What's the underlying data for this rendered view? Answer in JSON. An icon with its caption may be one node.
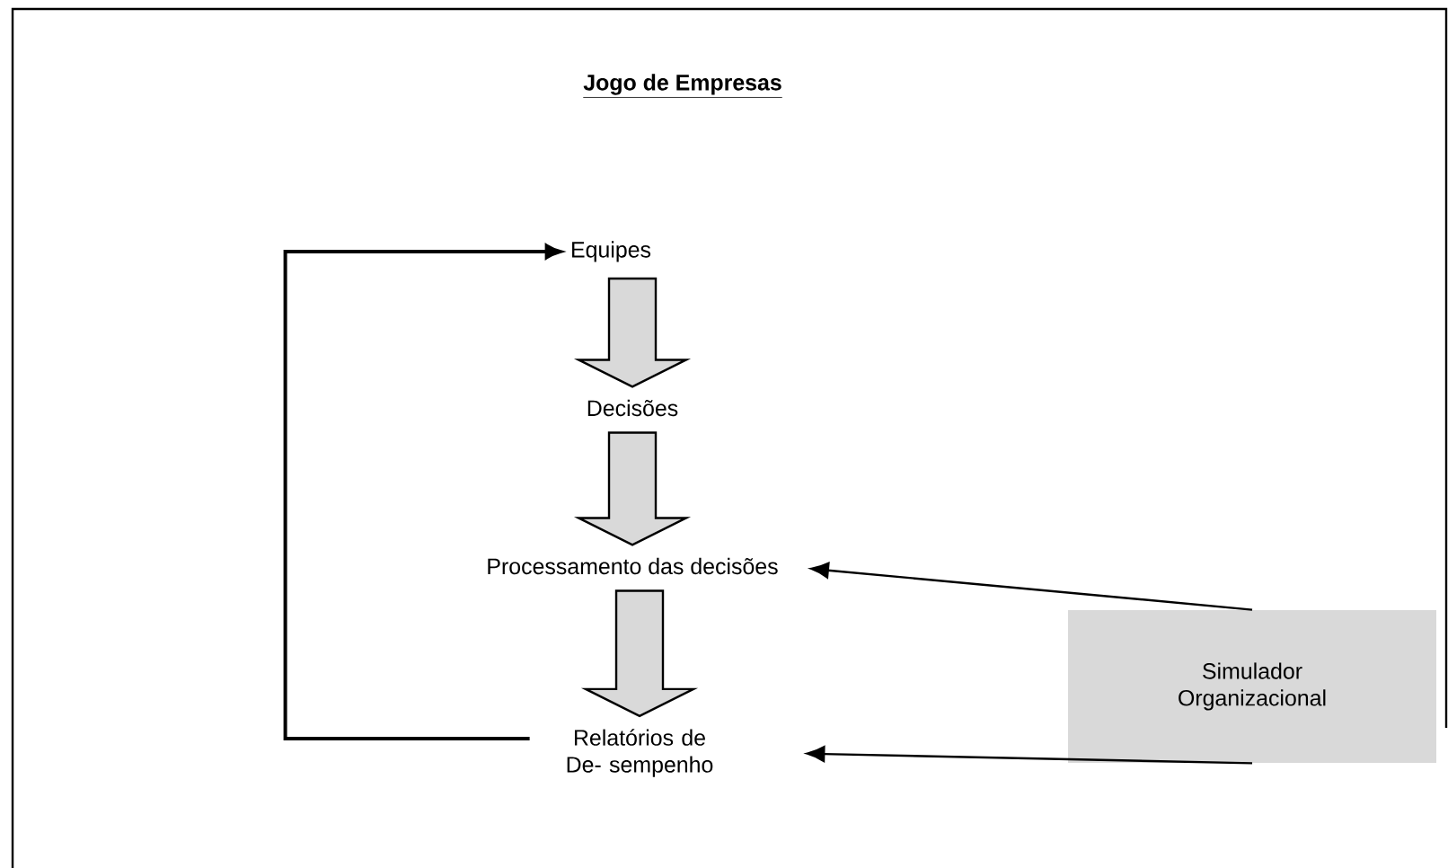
{
  "diagram": {
    "title": "Jogo de Empresas",
    "nodes": [
      {
        "text": [
          "Equipes"
        ]
      },
      {
        "text": [
          "Decisões"
        ]
      },
      {
        "text": [
          "Processamento das decisões"
        ]
      },
      {
        "text": [
          "Relatórios de De- sempenho"
        ]
      },
      {
        "text": [
          "Simulador Organizacional"
        ]
      }
    ],
    "edges": [
      {
        "from": 0,
        "to": 1,
        "arrow": "to",
        "style": "thick"
      },
      {
        "from": 1,
        "to": 2,
        "arrow": "to",
        "style": "thick"
      },
      {
        "from": 2,
        "to": 3,
        "arrow": "to",
        "style": "thick"
      },
      {
        "from": 3,
        "to": 0,
        "arrow": "to"
      },
      {
        "from": 4,
        "to": 2,
        "arrow": "to"
      },
      {
        "from": 4,
        "to": 3,
        "arrow": "to"
      }
    ]
  }
}
